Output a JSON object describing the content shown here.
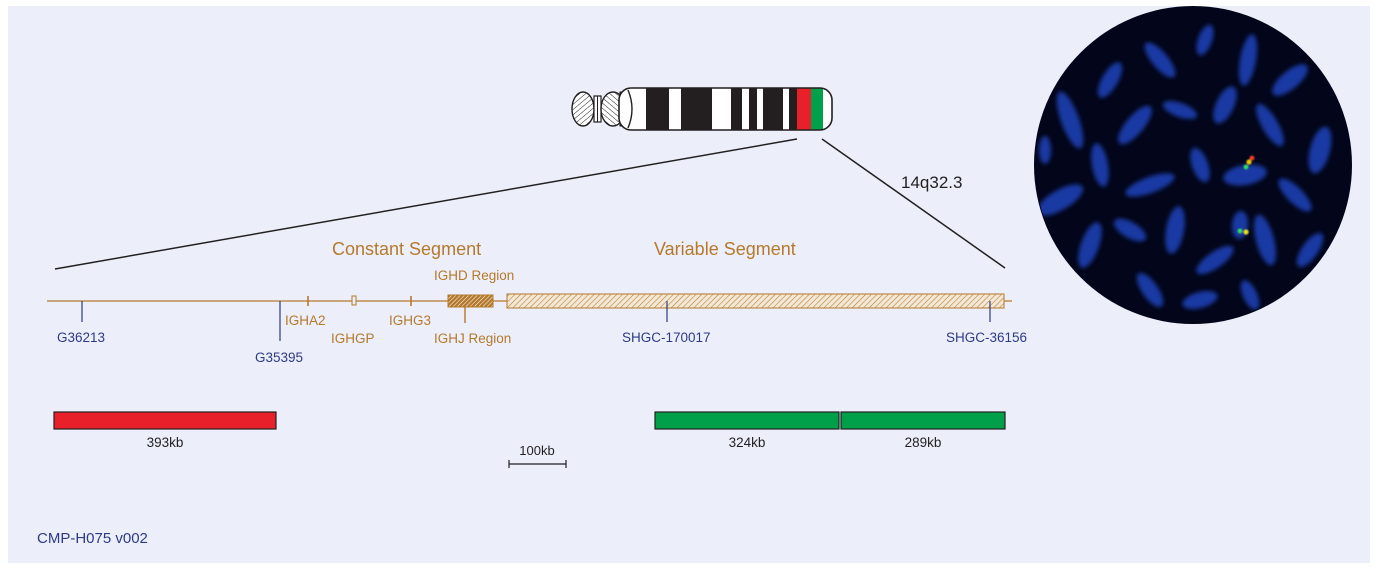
{
  "colors": {
    "background": "#eceffa",
    "gold": "#b5792b",
    "navy": "#2e3a86",
    "red": "#e8202a",
    "green": "#00a04b",
    "text_dark": "#231f20",
    "fish_bg": "#03061a",
    "fish_chrom": "#1d3fb3"
  },
  "diagram": {
    "band_label": "14q32.3",
    "constant_segment_label": "Constant Segment",
    "variable_segment_label": "Variable Segment",
    "igh_regions": {
      "ighd": "IGHD Region",
      "ighj": "IGHJ Region"
    },
    "genes": [
      "IGHA2",
      "IGHGP",
      "IGHG3"
    ],
    "markers": [
      "G36213",
      "G35395",
      "SHGC-170017",
      "SHGC-36156"
    ],
    "probes": [
      {
        "label": "393kb",
        "color": "red"
      },
      {
        "label": "324kb",
        "color": "green"
      },
      {
        "label": "289kb",
        "color": "green"
      }
    ],
    "scale_bar_label": "100kb",
    "footer": "CMP-H075 v002"
  }
}
